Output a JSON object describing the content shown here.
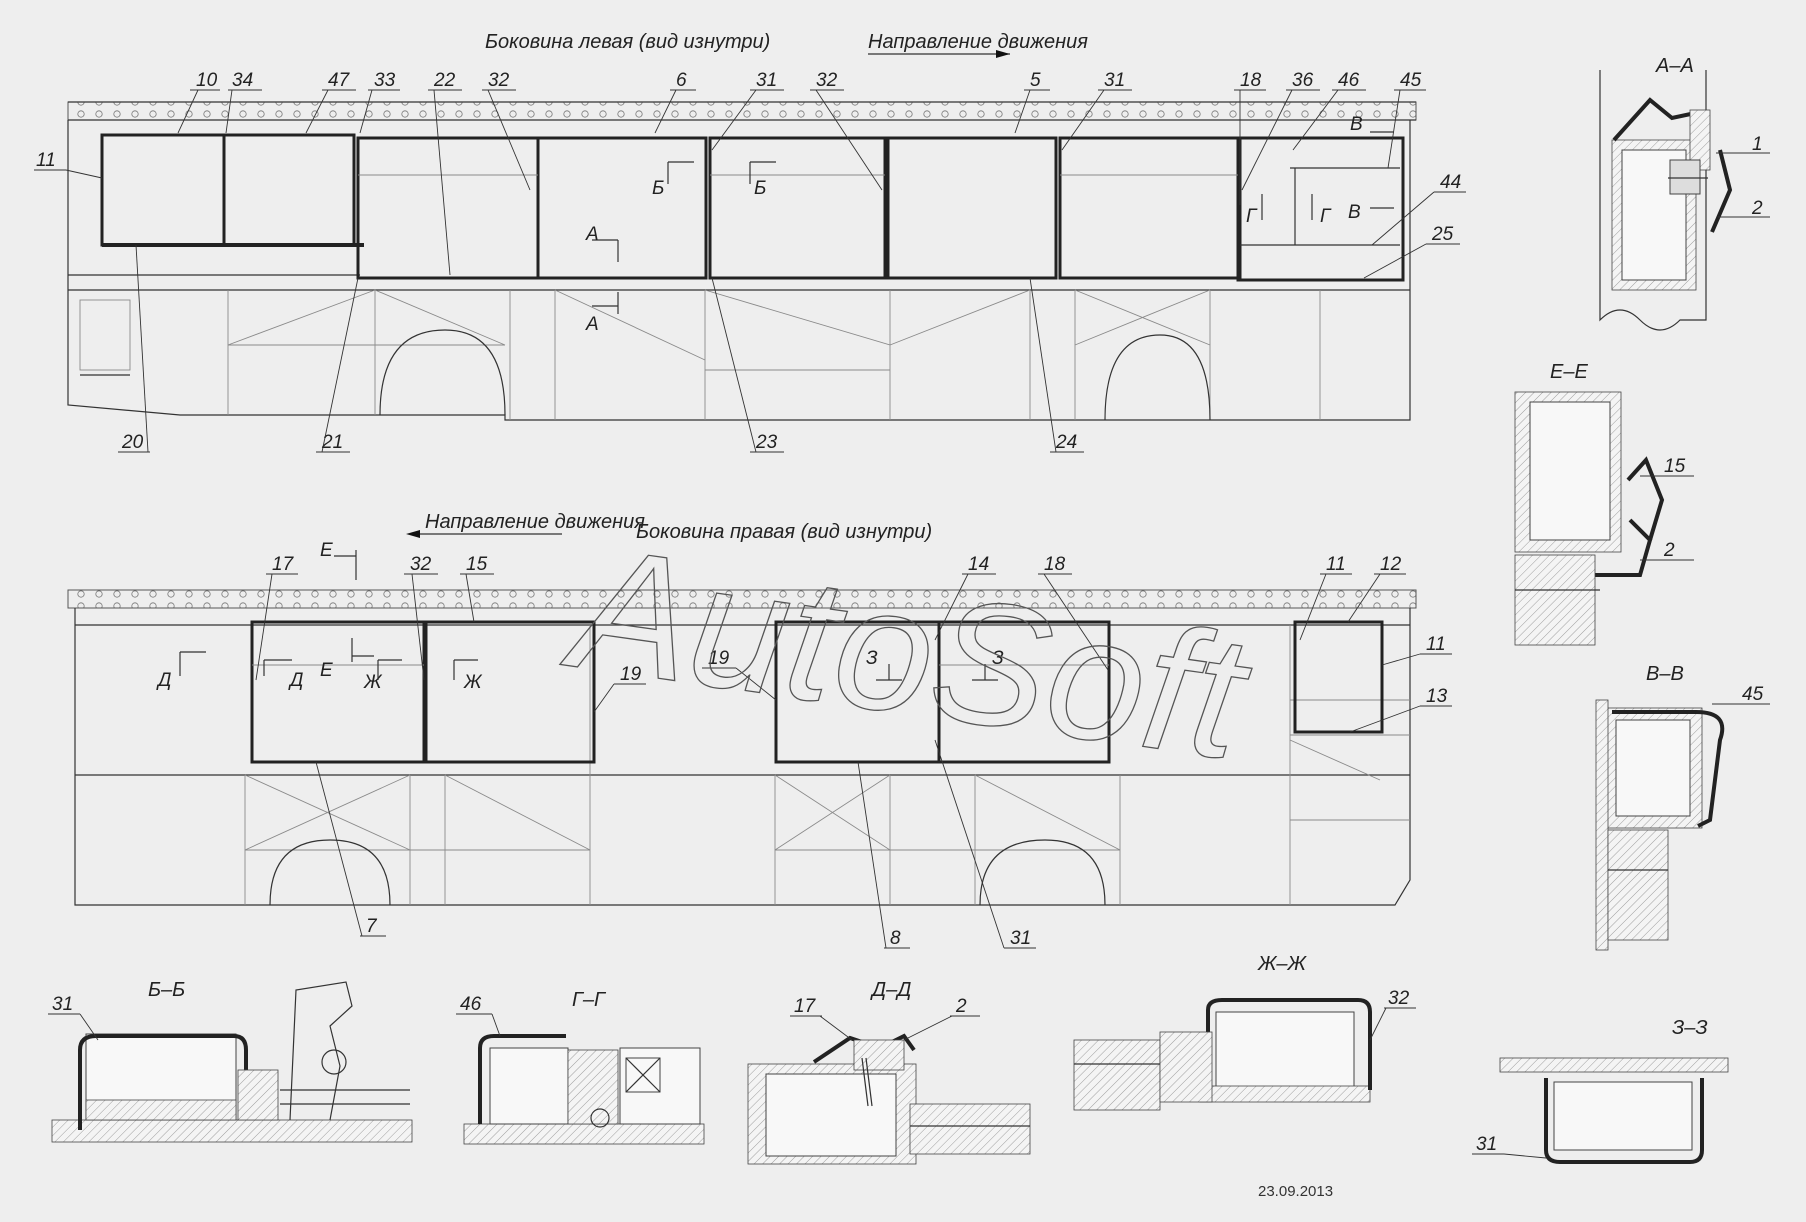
{
  "left_side": {
    "title": "Боковина левая (вид изнутри)",
    "direction": "Направление движения",
    "callouts": [
      "10",
      "34",
      "47",
      "33",
      "22",
      "32",
      "6",
      "31",
      "32",
      "5",
      "31",
      "18",
      "36",
      "46",
      "45",
      "11",
      "44",
      "25",
      "20",
      "21",
      "23",
      "24"
    ],
    "section_marks": [
      "Б",
      "Б",
      "А",
      "А",
      "Г",
      "Г",
      "В",
      "В"
    ]
  },
  "right_side": {
    "title": "Боковина правая (вид изнутри)",
    "direction": "Направление движения",
    "callouts": [
      "17",
      "32",
      "15",
      "14",
      "18",
      "11",
      "12",
      "19",
      "19",
      "11",
      "13",
      "7",
      "8",
      "31"
    ],
    "section_marks": [
      "Е",
      "Е",
      "Д",
      "Д",
      "Ж",
      "Ж",
      "З",
      "З"
    ]
  },
  "sections": {
    "aa": {
      "title": "А–А",
      "callouts": [
        "1",
        "2"
      ]
    },
    "ee": {
      "title": "Е–Е",
      "callouts": [
        "15",
        "2"
      ]
    },
    "vv": {
      "title": "В–В",
      "callouts": [
        "45"
      ]
    },
    "bb": {
      "title": "Б–Б",
      "callouts": [
        "31"
      ]
    },
    "gg": {
      "title": "Г–Г",
      "callouts": [
        "46"
      ]
    },
    "dd": {
      "title": "Д–Д",
      "callouts": [
        "17",
        "2"
      ]
    },
    "zhzh": {
      "title": "Ж–Ж",
      "callouts": [
        "32"
      ]
    },
    "zz": {
      "title": "З–З",
      "callouts": [
        "31"
      ]
    }
  },
  "watermark": "AutoSoft",
  "date": "23.09.2013"
}
